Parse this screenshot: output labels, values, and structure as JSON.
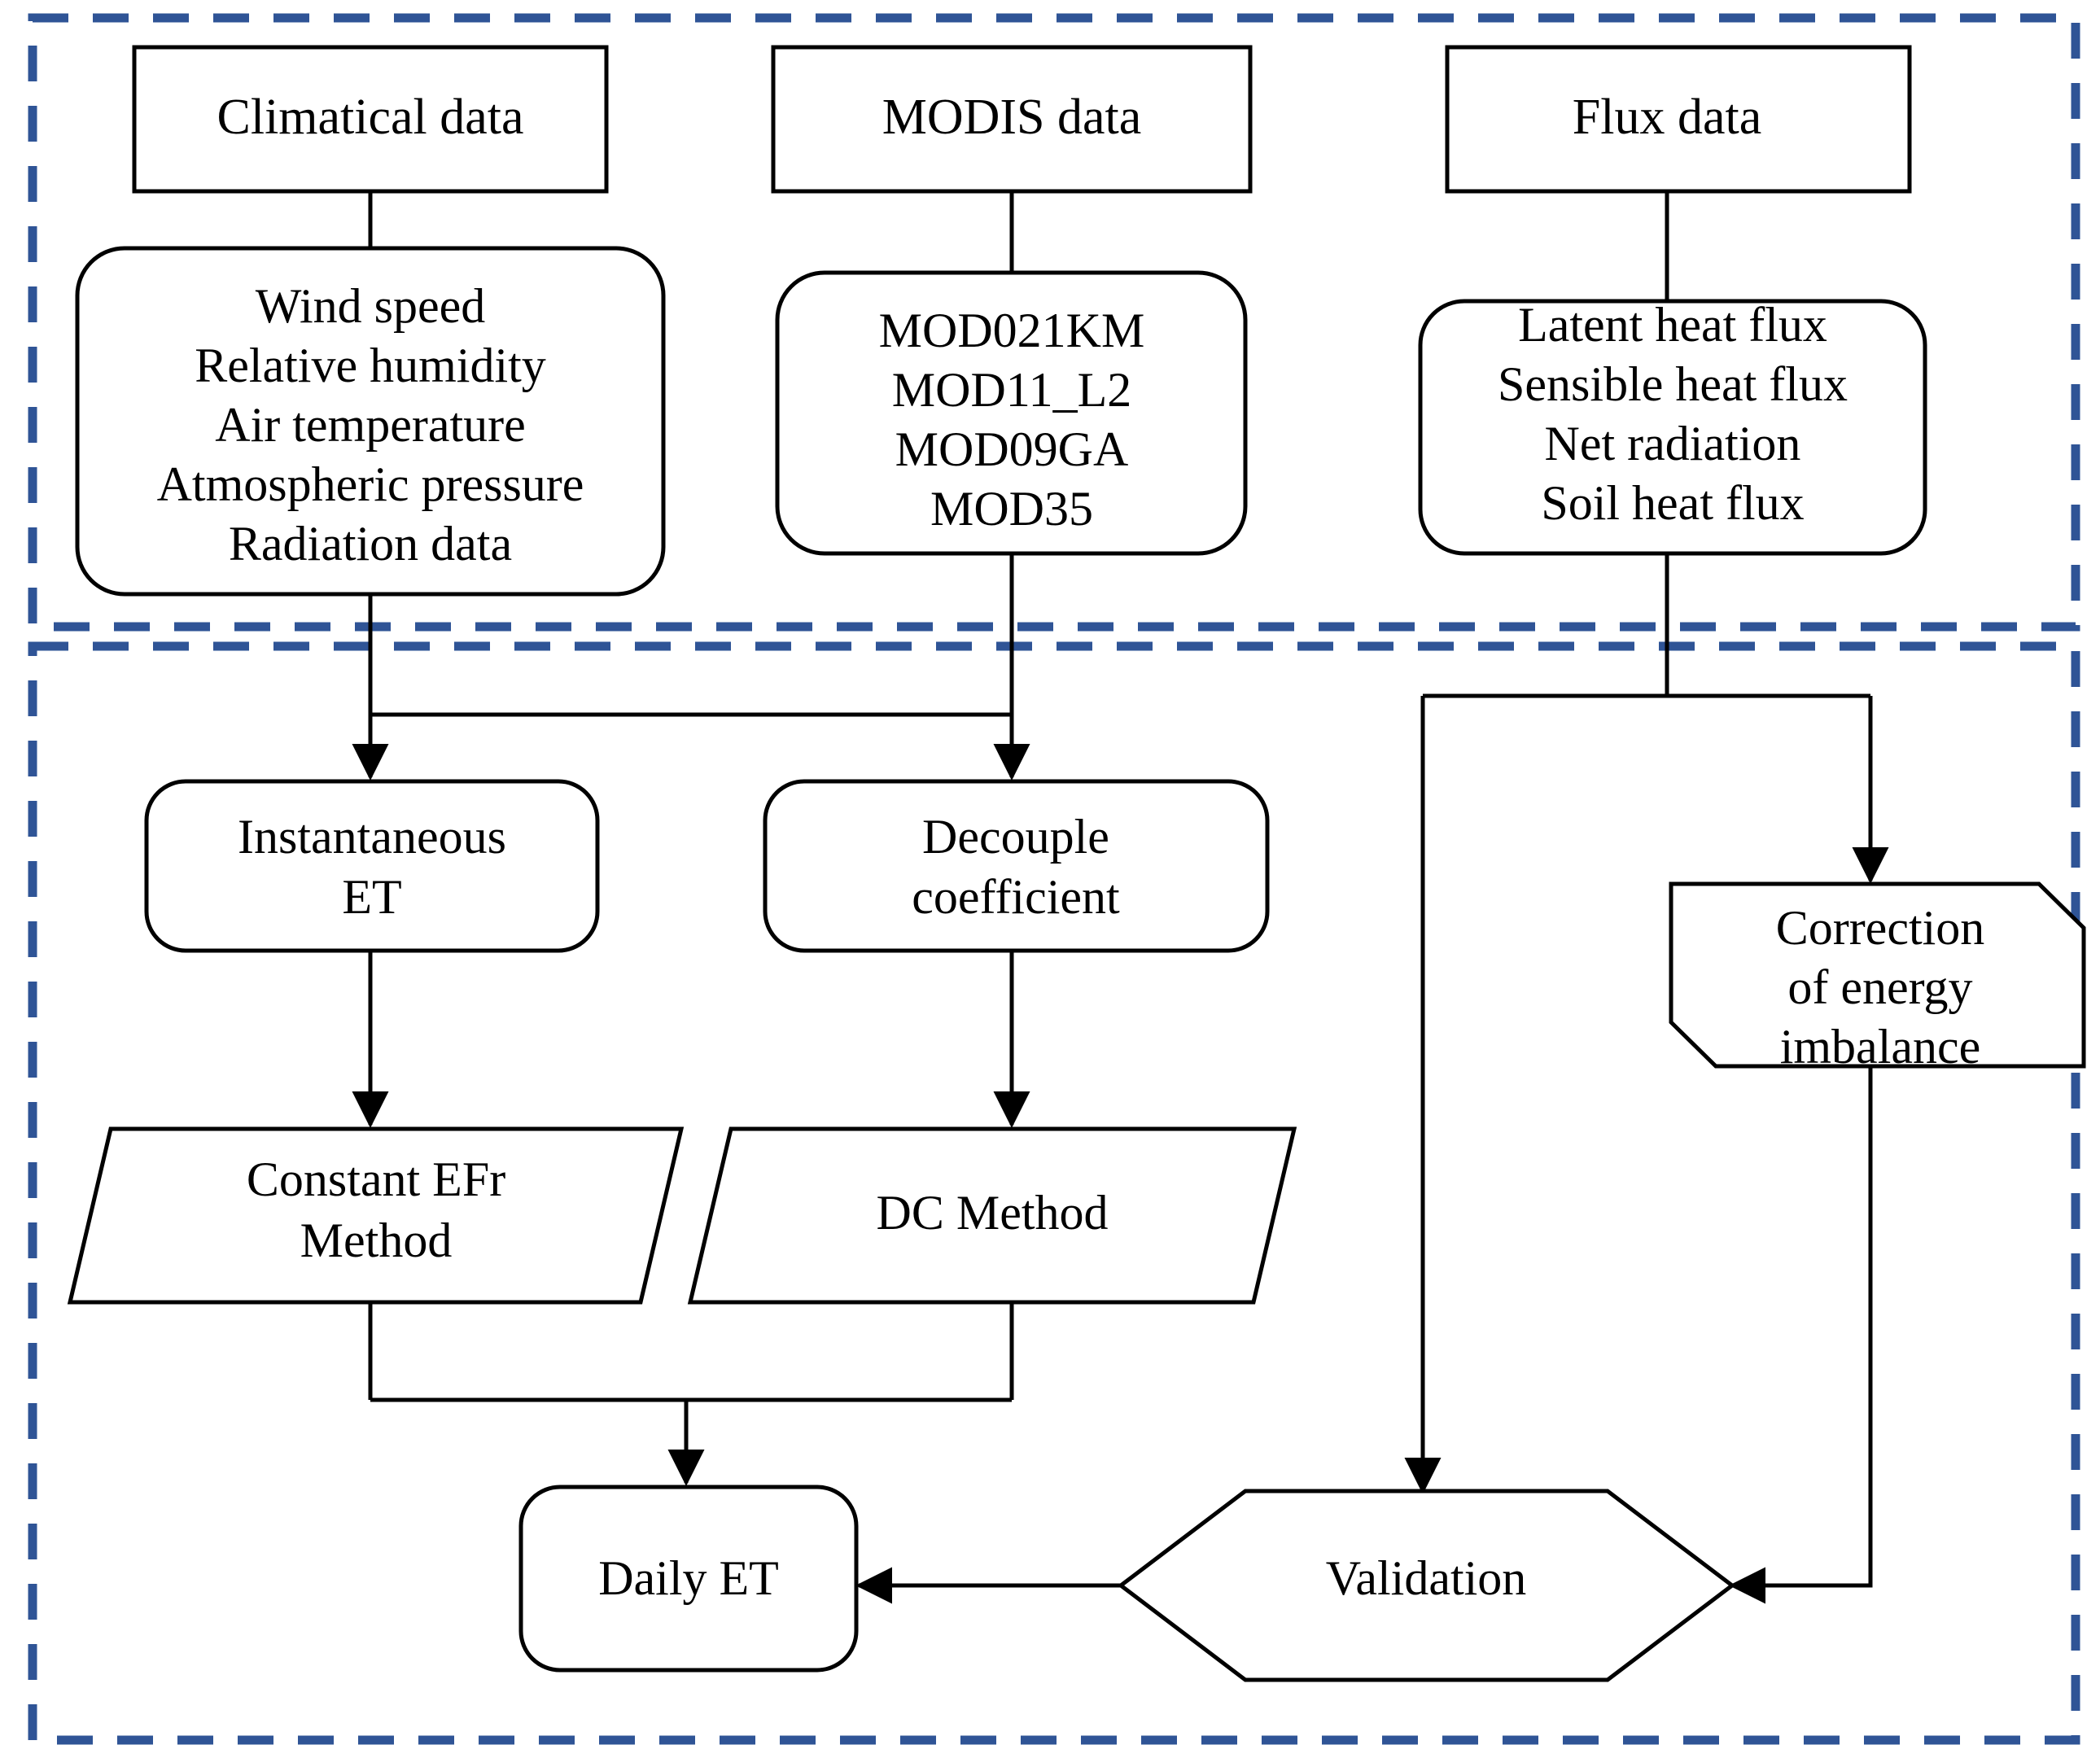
{
  "diagram": {
    "title": "Evapotranspiration estimation workflow",
    "accent_color": "#2F5496",
    "line_color": "#000000",
    "background_color": "#FFFFFF",
    "sections": [
      {
        "name": "data-inputs-section",
        "label": ""
      },
      {
        "name": "processing-section",
        "label": ""
      }
    ]
  },
  "nodes": {
    "climatical_data": {
      "label": "Climatical data",
      "shape": "rectangle"
    },
    "modis_data": {
      "label": "MODIS data",
      "shape": "rectangle"
    },
    "flux_data": {
      "label": "Flux data",
      "shape": "rectangle"
    },
    "climatical_list": {
      "shape": "rounded-rectangle",
      "lines": [
        "Wind speed",
        "Relative humidity",
        "Air temperature",
        "Atmospheric pressure",
        "Radiation data"
      ]
    },
    "modis_list": {
      "shape": "rounded-rectangle",
      "lines": [
        "MOD021KM",
        "MOD11_L2",
        "MOD09GA",
        "MOD35"
      ]
    },
    "flux_list": {
      "shape": "rounded-rectangle",
      "lines": [
        "Latent heat flux",
        "Sensible heat flux",
        "Net radiation",
        "Soil heat flux"
      ]
    },
    "instantaneous_et": {
      "shape": "rounded-rectangle",
      "lines": [
        "Instantaneous",
        "ET"
      ]
    },
    "decouple_coefficient": {
      "shape": "rounded-rectangle",
      "lines": [
        "Decouple",
        "coefficient"
      ]
    },
    "correction_energy_imbalance": {
      "shape": "chamfered-rectangle",
      "lines": [
        "Correction",
        "of energy",
        "imbalance"
      ]
    },
    "constant_efr_method": {
      "shape": "parallelogram",
      "lines": [
        "Constant EFr",
        "Method"
      ]
    },
    "dc_method": {
      "shape": "parallelogram",
      "lines": [
        "DC Method"
      ]
    },
    "daily_et": {
      "shape": "rounded-rectangle",
      "lines": [
        "Daily ET"
      ]
    },
    "validation": {
      "shape": "hexagon",
      "lines": [
        "Validation"
      ]
    }
  },
  "edges": [
    {
      "from": "climatical_data",
      "to": "climatical_list",
      "arrow": false
    },
    {
      "from": "modis_data",
      "to": "modis_list",
      "arrow": false
    },
    {
      "from": "flux_data",
      "to": "flux_list",
      "arrow": false
    },
    {
      "from": "climatical_list",
      "to": "instantaneous_et",
      "arrow": true
    },
    {
      "from": "modis_list",
      "to": "decouple_coefficient",
      "arrow": true
    },
    {
      "from": "climatical_list",
      "to": "decouple_coefficient",
      "arrow": true
    },
    {
      "from": "flux_list",
      "to": "correction_energy_imbalance",
      "arrow": true
    },
    {
      "from": "flux_list",
      "to": "validation",
      "arrow": true
    },
    {
      "from": "instantaneous_et",
      "to": "constant_efr_method",
      "arrow": true
    },
    {
      "from": "decouple_coefficient",
      "to": "dc_method",
      "arrow": true
    },
    {
      "from": "constant_efr_method",
      "to": "daily_et",
      "arrow": true
    },
    {
      "from": "dc_method",
      "to": "daily_et",
      "arrow": true
    },
    {
      "from": "correction_energy_imbalance",
      "to": "validation",
      "arrow": true
    },
    {
      "from": "validation",
      "to": "daily_et",
      "arrow": true
    }
  ]
}
